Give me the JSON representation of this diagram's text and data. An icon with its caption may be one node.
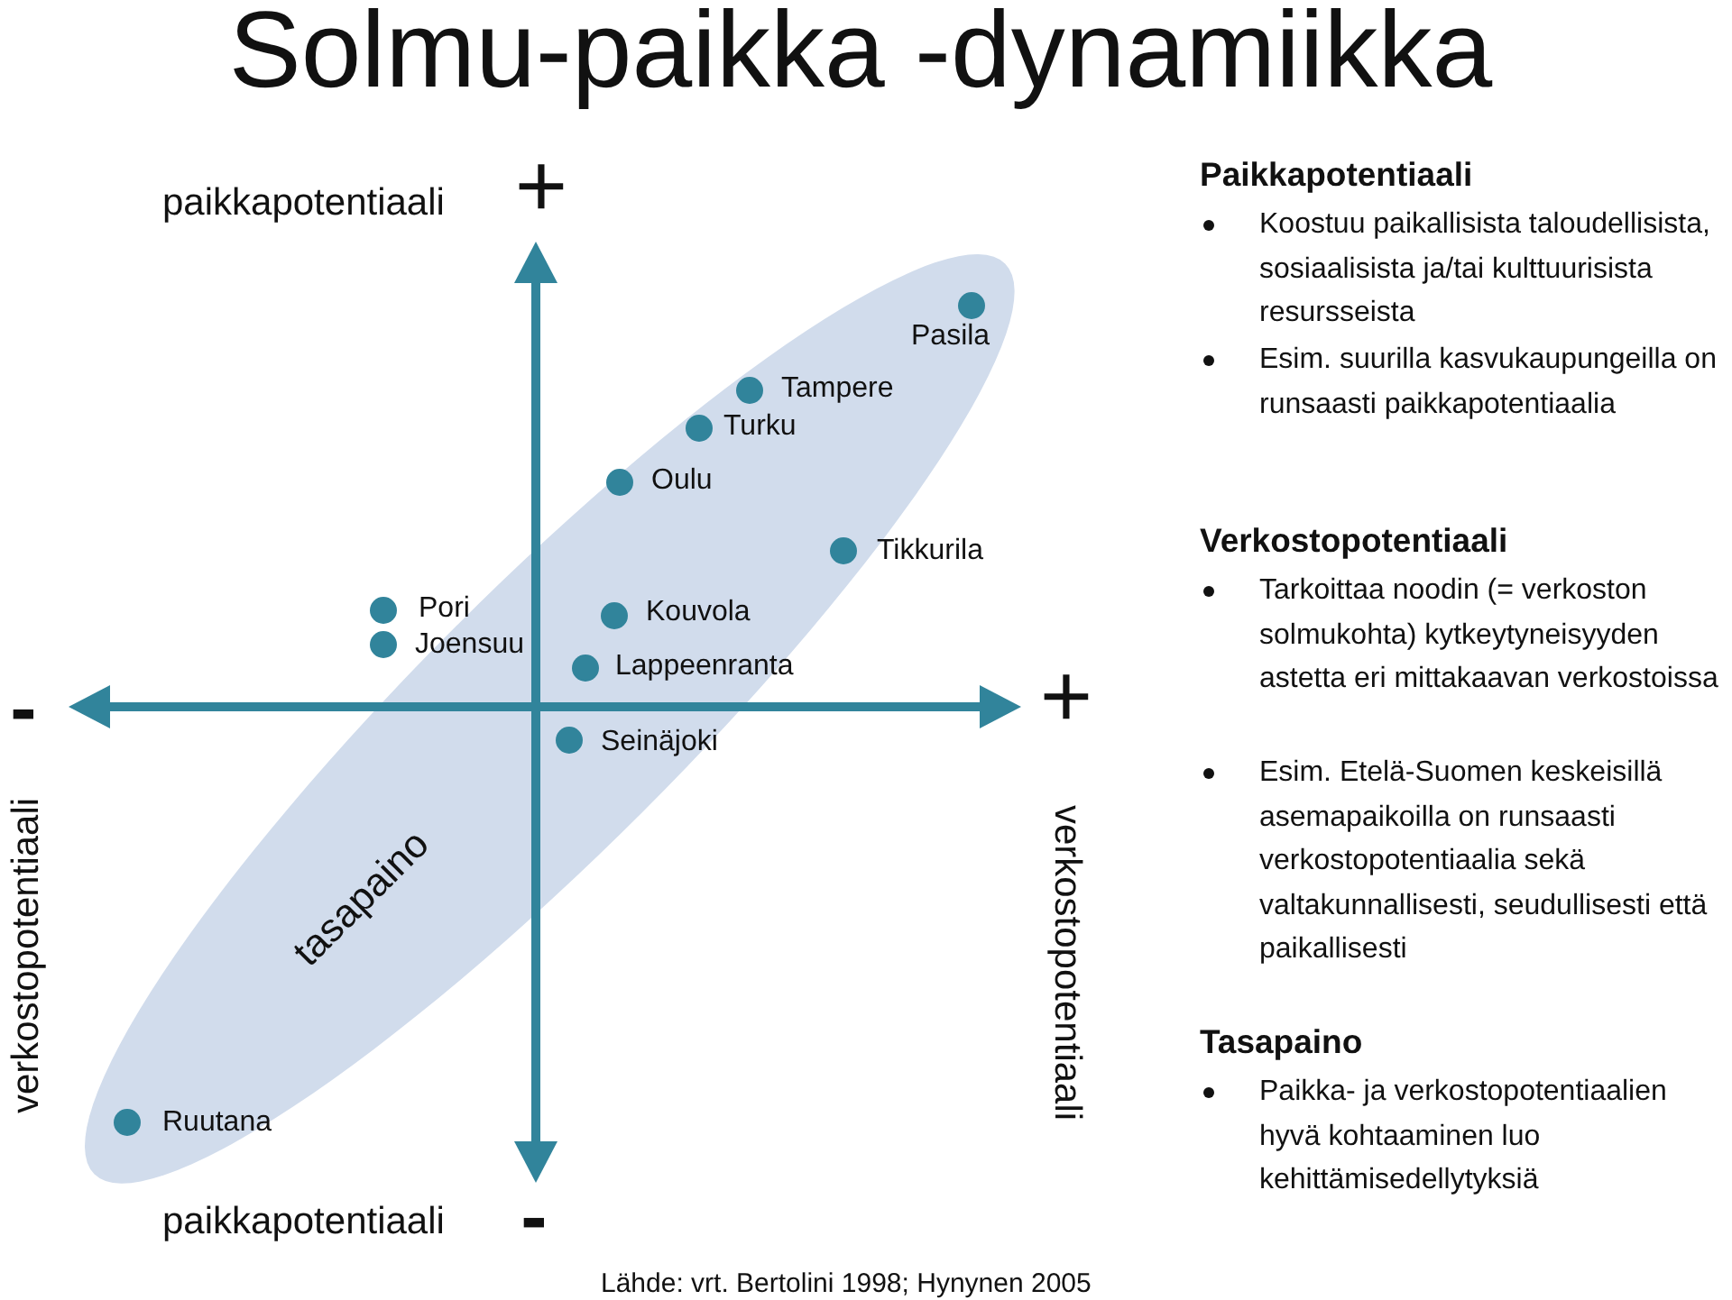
{
  "diagram": {
    "title": "Solmu-paikka -dynamiikka",
    "nodes": [
      {
        "text": [
          "tasapaino"
        ]
      }
    ],
    "labels": [
      "paikkapotentiaali",
      "+",
      "Pasila",
      "Tampere",
      "Turku",
      "Oulu",
      "Tikkurila",
      "Pori",
      "Kouvola",
      "Joensuu",
      "Lappeenranta",
      "-",
      "+",
      "Seinäjoki",
      "verkostopotentiaali",
      "verkostopotentiaali",
      "Ruutana",
      "paikkapotentiaali",
      "-",
      "Paikkapotentiaali",
      "Koostuu paikallisista taloudellisista, sosiaalisista ja/tai kulttuurisista resursseista",
      "Esim. suurilla kasvukaupungeilla on runsaasti paikkapotentiaalia",
      "Verkostopotentiaali",
      "Tarkoittaa noodin (= verkoston solmukohta) kytkeytyneisyyden astetta eri mittakaavan verkostoissa",
      "Esim. Etelä-Suomen keskeisillä asemapaikoilla on runsaasti verkostopotentiaalia sekä valtakunnallisesti, seudullisesti että paikallisesti",
      "Tasapaino",
      "Paikka- ja verkostopotentiaalien hyvä kohtaaminen luo kehittämisedellytyksiä",
      "Lähde: vrt. Bertolini 1998; Hynynen 2005"
    ]
  }
}
